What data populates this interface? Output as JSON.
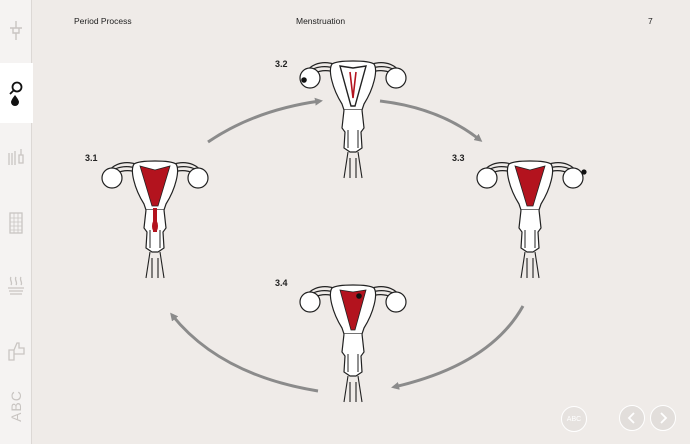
{
  "header": {
    "left_title": "Period Process",
    "center_title": "Menstruation",
    "page_number": "7"
  },
  "sidebar": {
    "items": [
      {
        "icon": "tampon-icon"
      },
      {
        "icon": "magnify-drop-icon",
        "active": true
      },
      {
        "icon": "products-icon"
      },
      {
        "icon": "calendar-icon"
      },
      {
        "icon": "heat-icon"
      },
      {
        "icon": "thumbs-icon"
      },
      {
        "label": "ABC"
      }
    ]
  },
  "stages": [
    {
      "label": "3.1"
    },
    {
      "label": "3.2"
    },
    {
      "label": "3.3"
    },
    {
      "label": "3.4"
    }
  ],
  "controls": {
    "abc_label": "ABC",
    "prev_icon": "chevron-left-icon",
    "next_icon": "chevron-right-icon"
  },
  "colors": {
    "background": "#efebe8",
    "blood": "#b3131e",
    "arrow": "#8b8b8b",
    "line": "#222222"
  }
}
